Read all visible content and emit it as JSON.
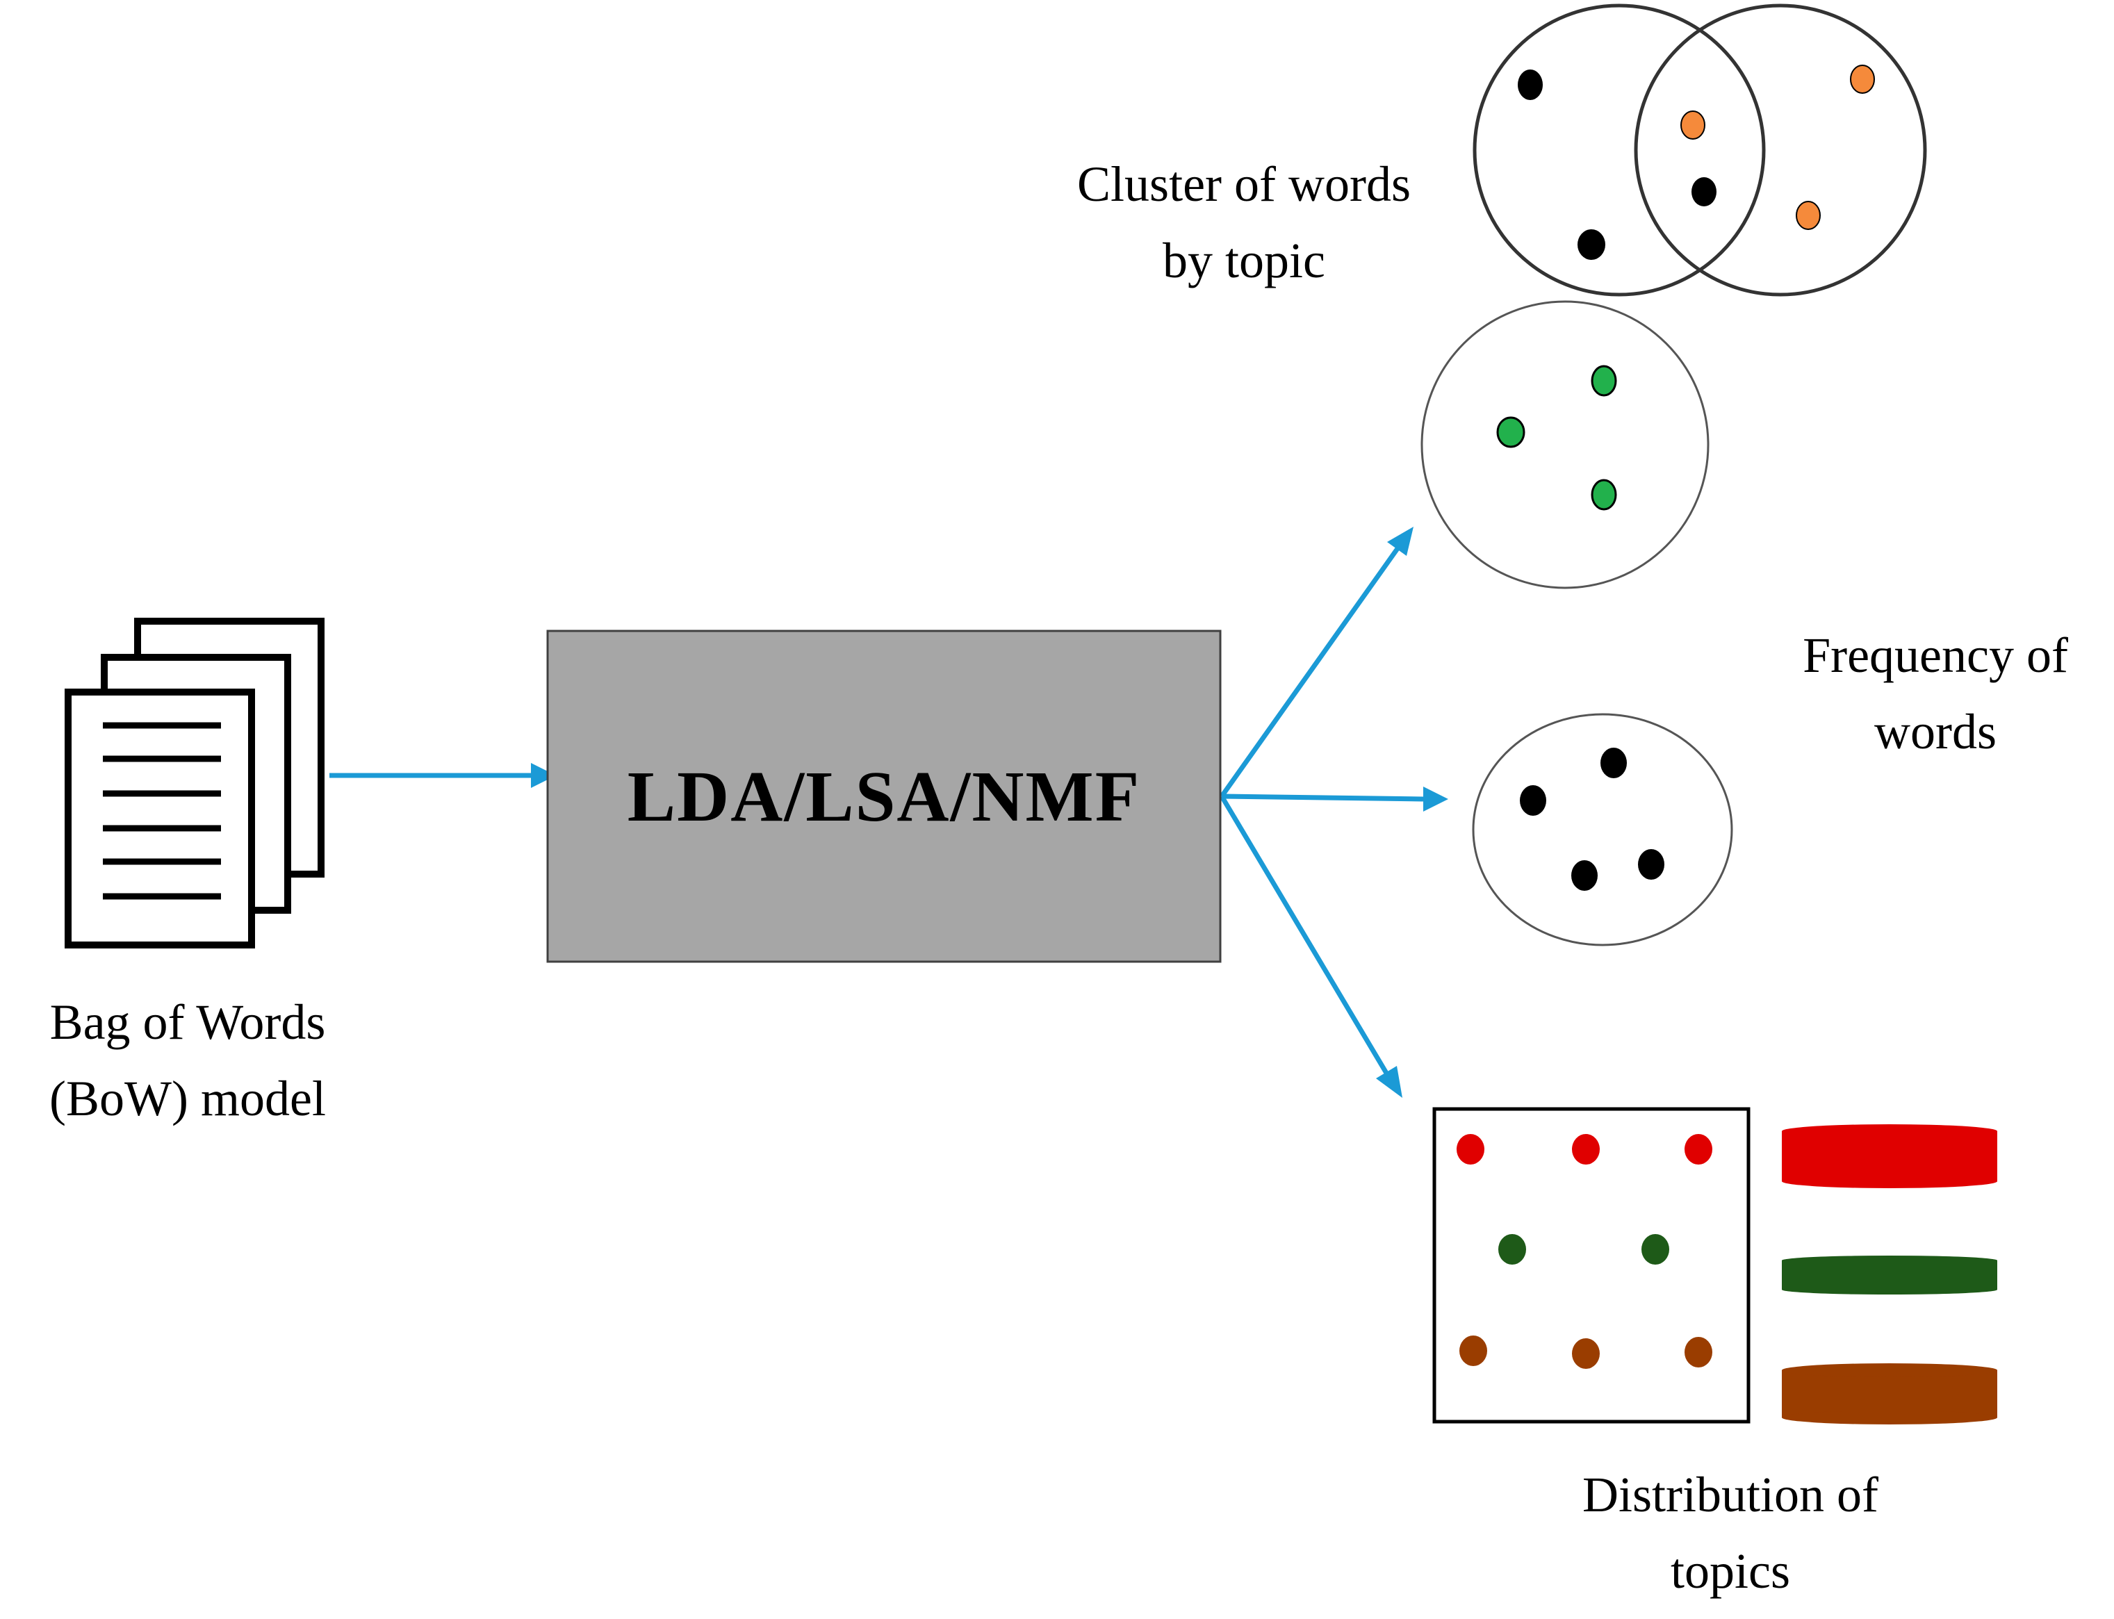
{
  "input": {
    "icon": "document-stack-icon",
    "label_line1": "Bag of Words",
    "label_line2": "(BoW) model"
  },
  "method": {
    "label": "LDA/LSA/NMF",
    "fill_color": "#a6a6a6"
  },
  "outputs": {
    "cluster": {
      "label_line1": "Cluster of words",
      "label_line2": "by topic"
    },
    "frequency": {
      "label_line1": "Frequency of",
      "label_line2": "words"
    },
    "distribution": {
      "label_line1": "Distribution of",
      "label_line2": "topics"
    }
  },
  "colors": {
    "arrow": "#1b9ad6",
    "orange_dot": "#f58a3b",
    "green_dot": "#22b14c",
    "red": "#e00000",
    "dark_green": "#1e5a18",
    "brown": "#9a3d00",
    "black": "#000000"
  }
}
